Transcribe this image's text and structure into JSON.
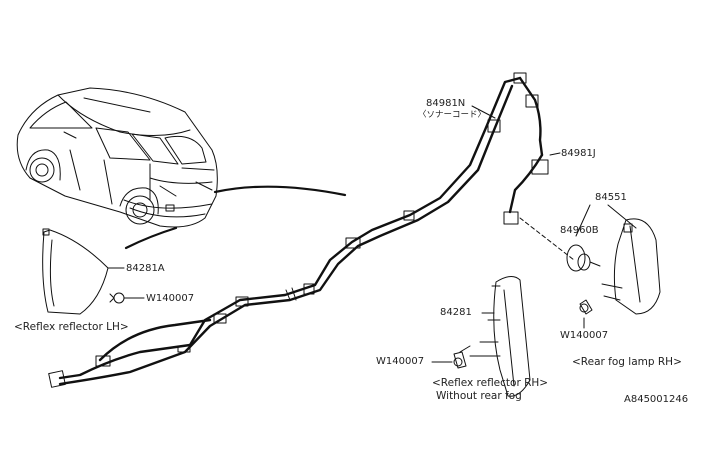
{
  "callouts": {
    "p84981N": "84981N",
    "p84981N_note": "〈ソナーコード〉",
    "p84981J": "84981J",
    "p84551": "84551",
    "p84960B": "84960B",
    "p84281A": "84281A",
    "w_lh": "W140007",
    "p84281": "84281",
    "w_rh": "W140007",
    "w_fog": "W140007"
  },
  "captions": {
    "reflector_lh": "<Reflex reflector LH>",
    "reflector_rh": "<Reflex reflector RH>",
    "reflector_rh_note": "Without rear fog",
    "fog_lamp_rh": "<Rear fog lamp RH>"
  },
  "figure_id": "A845001246"
}
